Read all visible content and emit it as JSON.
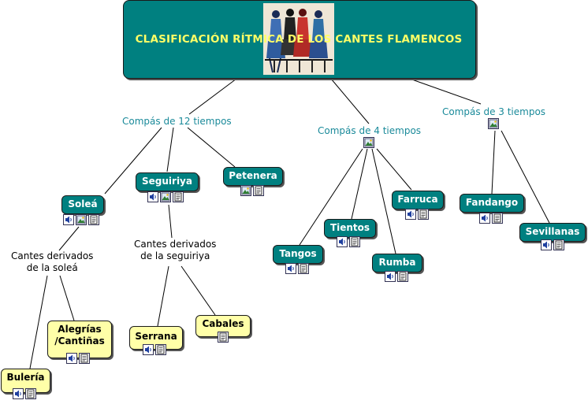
{
  "title": "CLASIFICACIÓN RÍTMICA DE LOS CANTES FLAMENCOS",
  "colors": {
    "node_teal": "#008080",
    "node_yellow": "#ffffa8",
    "title_text": "#ffff66",
    "linking_text": "#1a8a9a",
    "connector": "#000000"
  },
  "linking_phrases": {
    "compas_12": "Compás de 12 tiempos",
    "compas_4": "Compás de 4 tiempos",
    "compas_3": "Compás de 3 tiempos",
    "derivados_solea": "Cantes derivados\nde la soleá",
    "derivados_seguiriya": "Cantes derivados\nde la seguiriya"
  },
  "concepts": {
    "solea": "Soleá",
    "seguiriya": "Seguiriya",
    "petenera": "Petenera",
    "tangos": "Tangos",
    "tientos": "Tientos",
    "farruca": "Farruca",
    "rumba": "Rumba",
    "fandango": "Fandango",
    "sevillanas": "Sevillanas",
    "alegrias": "Alegrías\n/Cantiñas",
    "buleria": "Bulería",
    "serrana": "Serrana",
    "cabales": "Cabales"
  },
  "icon_types": [
    "sound-icon",
    "image-icon",
    "document-icon"
  ]
}
